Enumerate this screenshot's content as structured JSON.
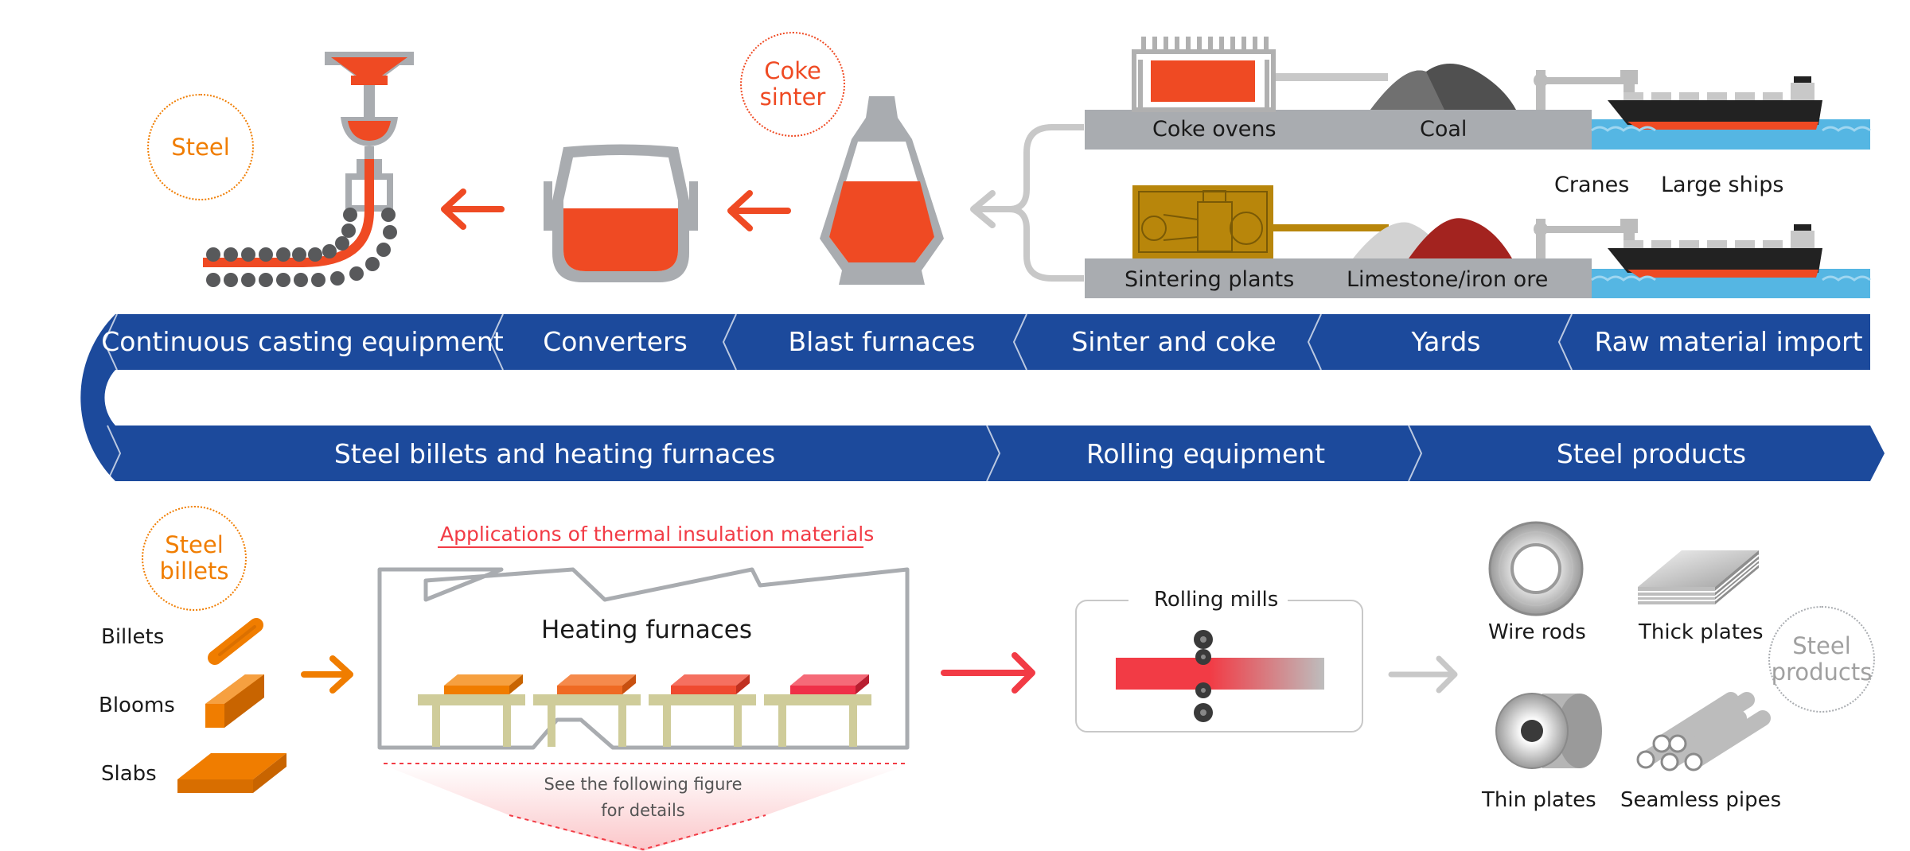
{
  "circles": {
    "steel": "Steel",
    "coke_sinter": [
      "Coke",
      "sinter"
    ],
    "steel_billets": [
      "Steel",
      "billets"
    ],
    "steel_products": [
      "Steel",
      "products"
    ]
  },
  "top_labels": {
    "coke_ovens": "Coke ovens",
    "coal": "Coal",
    "cranes": "Cranes",
    "large_ships": "Large ships",
    "sintering_plants": "Sintering plants",
    "limestone_iron_ore": "Limestone/iron ore"
  },
  "upper_band": {
    "stages": [
      "Continuous casting equipment",
      "Converters",
      "Blast furnaces",
      "Sinter and coke",
      "Yards",
      "Raw material import"
    ]
  },
  "lower_band": {
    "stages": [
      "Steel billets and heating furnaces",
      "Rolling equipment",
      "Steel products"
    ]
  },
  "billets": {
    "items": [
      "Billets",
      "Blooms",
      "Slabs"
    ]
  },
  "heating": {
    "header": "Applications of thermal insulation materials",
    "title": "Heating furnaces",
    "note": [
      "See the following figure",
      "for details"
    ]
  },
  "rolling": {
    "title": "Rolling mills"
  },
  "products": {
    "items": [
      "Wire rods",
      "Thick plates",
      "Thin plates",
      "Seamless pipes"
    ]
  },
  "colors": {
    "band_blue": "#1c4a9c",
    "molten_orange": "#ef4a23",
    "billet_orange": "#f07d00",
    "accent_red": "#f23b45",
    "gray": "#a9acb0",
    "sea_blue": "#55b6e3",
    "sinter_gold": "#b8860b"
  }
}
